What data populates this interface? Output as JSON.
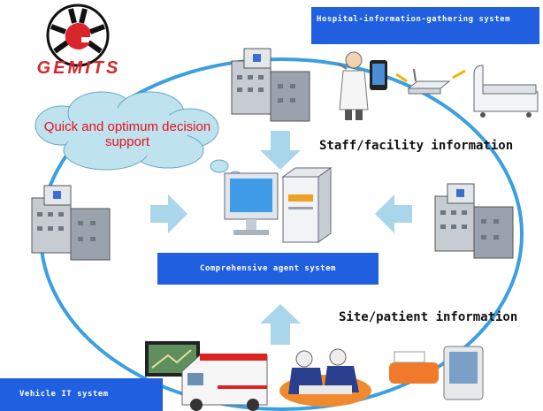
{
  "logo": {
    "text": "GEMITS"
  },
  "labels": {
    "hospital_system": "Hospital-information-gathering system",
    "agent_system": "Comprehensive agent system",
    "vehicle_system": "Vehicle IT system",
    "decision_support": "Quick and optimum decision support",
    "staff_info": "Staff/facility information",
    "site_info": "Site/patient information"
  },
  "colors": {
    "label_box": "#1f5fe0",
    "ring": "#3b9fe0",
    "arrow": "#a9d6ea",
    "cloud": "#bfe2ef",
    "logo_red": "#d8262c"
  },
  "icons": [
    "gemits-logo-icon",
    "hospital-building-icon",
    "doctor-icon",
    "smartphone-icon",
    "wireless-router-icon",
    "hospital-bed-icon",
    "computer-monitor-icon",
    "server-icon",
    "car-navigation-icon",
    "ambulance-icon",
    "rescue-workers-icon",
    "mobile-device-icon"
  ]
}
